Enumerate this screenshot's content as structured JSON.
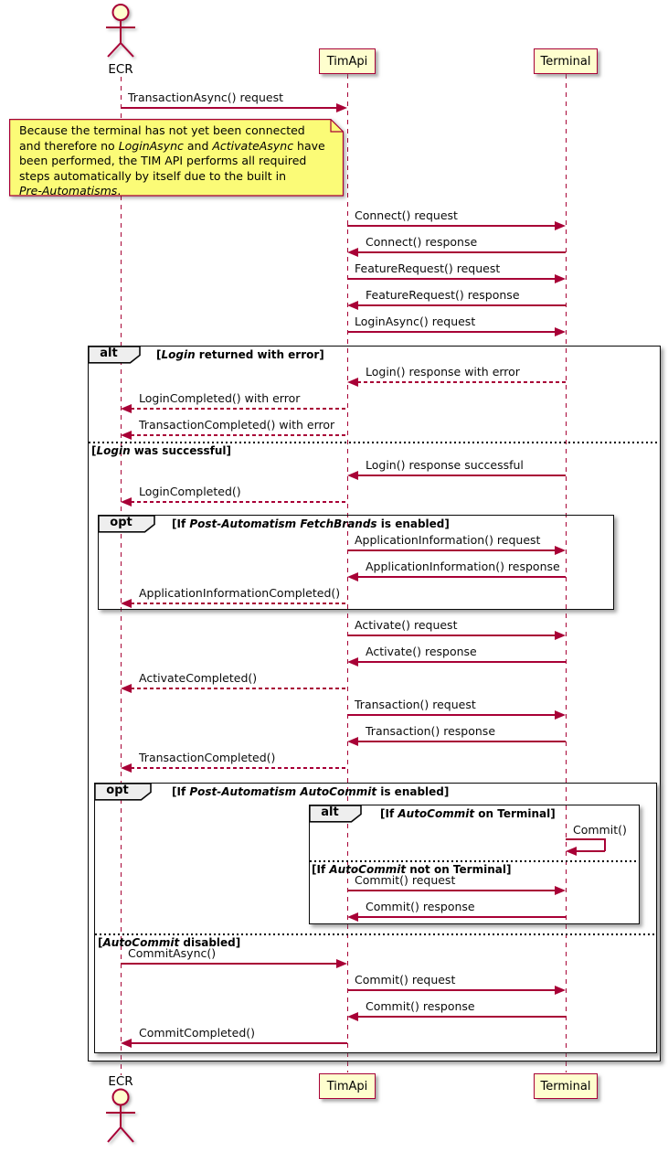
{
  "colors": {
    "accent": "#A80036",
    "participant_fill": "#FEFECE",
    "note_fill": "#FBFB77",
    "frame_label_fill": "#EEEEEE",
    "frame_border": "#000000"
  },
  "participants": [
    {
      "id": "ECR",
      "label": "ECR",
      "type": "actor"
    },
    {
      "id": "TimApi",
      "label": "TimApi",
      "type": "participant"
    },
    {
      "id": "Terminal",
      "label": "Terminal",
      "type": "participant"
    }
  ],
  "note": {
    "lines": [
      [
        {
          "t": "Because the terminal has not yet been connected"
        }
      ],
      [
        {
          "t": "and therefore no "
        },
        {
          "t": "LoginAsync",
          "i": true
        },
        {
          "t": " and "
        },
        {
          "t": "ActivateAsync",
          "i": true
        },
        {
          "t": " have"
        }
      ],
      [
        {
          "t": "been performed, the TIM API performs all required"
        }
      ],
      [
        {
          "t": "steps automatically by itself due to the built in"
        }
      ],
      [
        {
          "t": "Pre-Automatisms",
          "i": true
        },
        {
          "t": "."
        }
      ]
    ]
  },
  "frames": [
    {
      "id": "alt-login",
      "keyword": "alt",
      "guard": [
        {
          "t": "["
        },
        {
          "t": "Login",
          "i": true
        },
        {
          "t": " returned with error]"
        }
      ],
      "else_guard": [
        {
          "t": "["
        },
        {
          "t": "Login",
          "i": true
        },
        {
          "t": " was successful]"
        }
      ]
    },
    {
      "id": "opt-fetchbrands",
      "keyword": "opt",
      "guard": [
        {
          "t": "[If "
        },
        {
          "t": "Post-Automatism FetchBrands",
          "i": true
        },
        {
          "t": " is enabled]"
        }
      ]
    },
    {
      "id": "opt-autocommit",
      "keyword": "opt",
      "guard": [
        {
          "t": "[If "
        },
        {
          "t": "Post-Automatism AutoCommit",
          "i": true
        },
        {
          "t": " is enabled]"
        }
      ],
      "else_guard": [
        {
          "t": "["
        },
        {
          "t": "AutoCommit",
          "i": true
        },
        {
          "t": " disabled]"
        }
      ]
    },
    {
      "id": "alt-autocommit-terminal",
      "keyword": "alt",
      "guard": [
        {
          "t": "[If "
        },
        {
          "t": "AutoCommit",
          "i": true
        },
        {
          "t": " on Terminal]"
        }
      ],
      "else_guard": [
        {
          "t": "[If "
        },
        {
          "t": "AutoCommit",
          "i": true
        },
        {
          "t": " not on Terminal]"
        }
      ]
    }
  ],
  "messages": [
    {
      "label": "TransactionAsync() request",
      "from": "ECR",
      "to": "TimApi",
      "style": "solid"
    },
    {
      "label": "Connect() request",
      "from": "TimApi",
      "to": "Terminal",
      "style": "solid"
    },
    {
      "label": "Connect() response",
      "from": "Terminal",
      "to": "TimApi",
      "style": "solid"
    },
    {
      "label": "FeatureRequest() request",
      "from": "TimApi",
      "to": "Terminal",
      "style": "solid"
    },
    {
      "label": "FeatureRequest() response",
      "from": "Terminal",
      "to": "TimApi",
      "style": "solid"
    },
    {
      "label": "LoginAsync() request",
      "from": "TimApi",
      "to": "Terminal",
      "style": "solid"
    },
    {
      "label": "Login() response with error",
      "from": "Terminal",
      "to": "TimApi",
      "style": "dashed"
    },
    {
      "label": "LoginCompleted() with error",
      "from": "TimApi",
      "to": "ECR",
      "style": "dashed"
    },
    {
      "label": "TransactionCompleted() with error",
      "from": "TimApi",
      "to": "ECR",
      "style": "dashed"
    },
    {
      "label": "Login() response successful",
      "from": "Terminal",
      "to": "TimApi",
      "style": "solid"
    },
    {
      "label": "LoginCompleted()",
      "from": "TimApi",
      "to": "ECR",
      "style": "dashed"
    },
    {
      "label": "ApplicationInformation() request",
      "from": "TimApi",
      "to": "Terminal",
      "style": "solid"
    },
    {
      "label": "ApplicationInformation() response",
      "from": "Terminal",
      "to": "TimApi",
      "style": "solid"
    },
    {
      "label": "ApplicationInformationCompleted()",
      "from": "TimApi",
      "to": "ECR",
      "style": "dashed"
    },
    {
      "label": "Activate() request",
      "from": "TimApi",
      "to": "Terminal",
      "style": "solid"
    },
    {
      "label": "Activate() response",
      "from": "Terminal",
      "to": "TimApi",
      "style": "solid"
    },
    {
      "label": "ActivateCompleted()",
      "from": "TimApi",
      "to": "ECR",
      "style": "dashed"
    },
    {
      "label": "Transaction() request",
      "from": "TimApi",
      "to": "Terminal",
      "style": "solid"
    },
    {
      "label": "Transaction() response",
      "from": "Terminal",
      "to": "TimApi",
      "style": "solid"
    },
    {
      "label": "TransactionCompleted()",
      "from": "TimApi",
      "to": "ECR",
      "style": "dashed"
    },
    {
      "label": "Commit()",
      "from": "Terminal",
      "to": "Terminal",
      "style": "solid",
      "self": true
    },
    {
      "label": "Commit() request",
      "from": "TimApi",
      "to": "Terminal",
      "style": "solid"
    },
    {
      "label": "Commit() response",
      "from": "Terminal",
      "to": "TimApi",
      "style": "solid"
    },
    {
      "label": "CommitAsync()",
      "from": "ECR",
      "to": "TimApi",
      "style": "solid"
    },
    {
      "label": "Commit() request",
      "from": "TimApi",
      "to": "Terminal",
      "style": "solid"
    },
    {
      "label": "Commit() response",
      "from": "Terminal",
      "to": "TimApi",
      "style": "solid"
    },
    {
      "label": "CommitCompleted()",
      "from": "TimApi",
      "to": "ECR",
      "style": "solid"
    }
  ]
}
